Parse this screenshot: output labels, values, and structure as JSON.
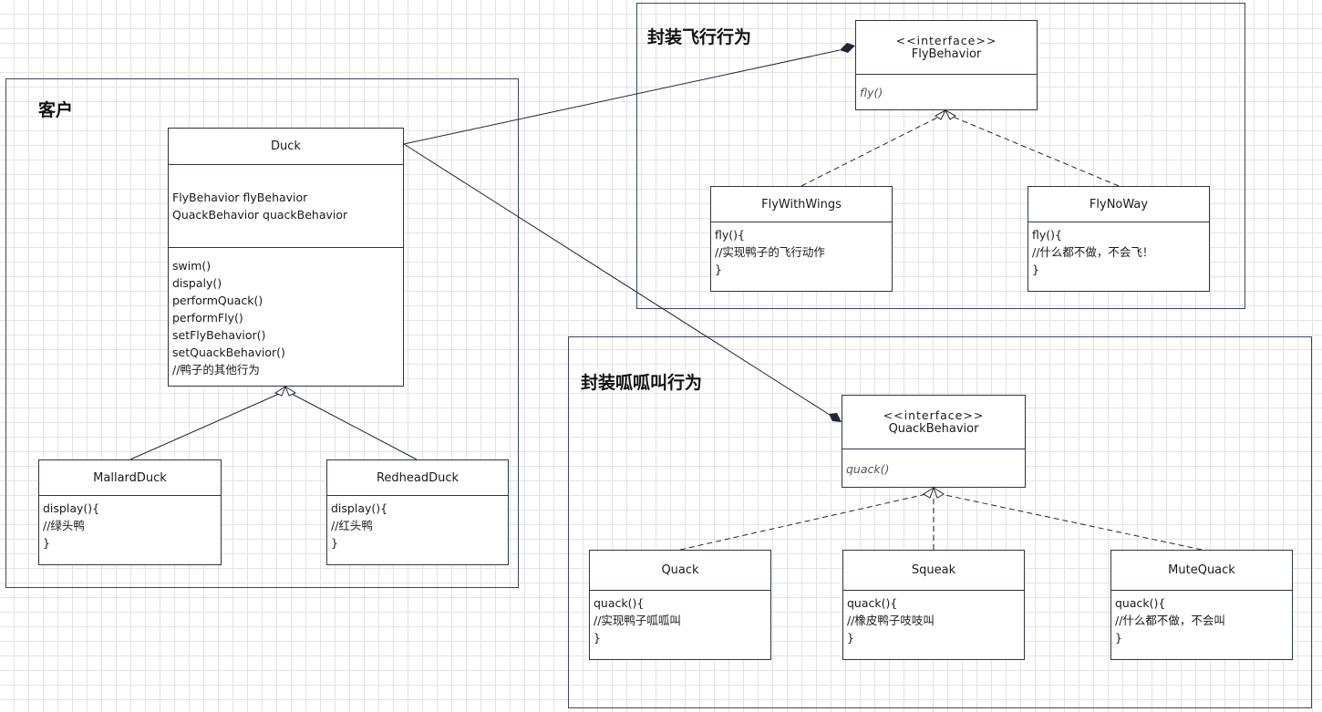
{
  "groups": {
    "client": {
      "title": "客户"
    },
    "fly": {
      "title": "封装飞行行为"
    },
    "quack": {
      "title": "封装呱呱叫行为"
    }
  },
  "classes": {
    "duck": {
      "name": "Duck",
      "attributes": [
        "FlyBehavior flyBehavior",
        "QuackBehavior quackBehavior"
      ],
      "methods": [
        "swim()",
        "dispaly()",
        "performQuack()",
        "performFly()",
        "setFlyBehavior()",
        "setQuackBehavior()",
        "//鸭子的其他行为"
      ]
    },
    "mallard": {
      "name": "MallardDuck",
      "body": [
        "display(){",
        "//绿头鸭",
        "}"
      ]
    },
    "redhead": {
      "name": "RedheadDuck",
      "body": [
        "display(){",
        "//红头鸭",
        "}"
      ]
    },
    "flyBehavior": {
      "stereotype": "<<interface>>",
      "name": "FlyBehavior",
      "methods": [
        "fly()"
      ]
    },
    "flyWithWings": {
      "name": "FlyWithWings",
      "body": [
        "fly(){",
        "//实现鸭子的飞行动作",
        "}"
      ]
    },
    "flyNoWay": {
      "name": "FlyNoWay",
      "body": [
        "fly(){",
        "//什么都不做，不会飞！",
        "}"
      ]
    },
    "quackBehavior": {
      "stereotype": "<<interface>>",
      "name": "QuackBehavior",
      "methods": [
        "quack()"
      ]
    },
    "quackImpl": {
      "name": "Quack",
      "body": [
        "quack(){",
        "//实现鸭子呱呱叫",
        "}"
      ]
    },
    "squeak": {
      "name": "Squeak",
      "body": [
        "quack(){",
        "//橡皮鸭子吱吱叫",
        "}"
      ]
    },
    "muteQuack": {
      "name": "MuteQuack",
      "body": [
        "quack(){",
        "//什么都不做，不会叫",
        "}"
      ]
    }
  },
  "colors": {
    "line": "#1f2638",
    "border": "#2c3447",
    "group_border": "#3b4663",
    "grid": "#e4e4e4"
  }
}
